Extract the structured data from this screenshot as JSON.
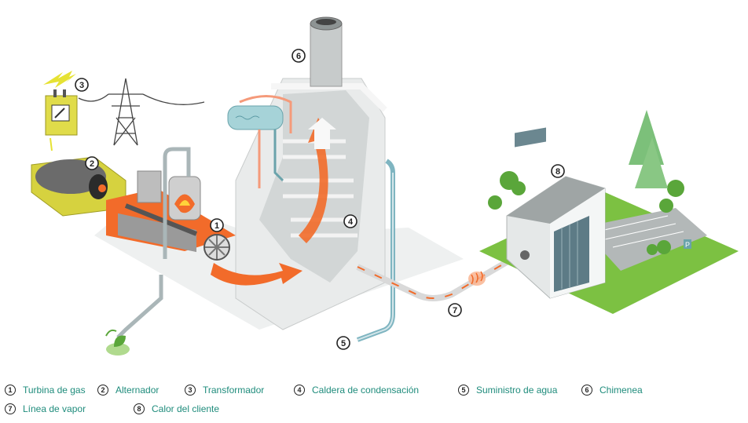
{
  "callouts": [
    {
      "num": "1"
    },
    {
      "num": "2"
    },
    {
      "num": "3"
    },
    {
      "num": "4"
    },
    {
      "num": "5"
    },
    {
      "num": "6"
    },
    {
      "num": "7"
    },
    {
      "num": "8"
    }
  ],
  "legend": [
    {
      "num": "1",
      "label": "Turbina de gas"
    },
    {
      "num": "2",
      "label": "Alternador"
    },
    {
      "num": "3",
      "label": "Transformador"
    },
    {
      "num": "4",
      "label": "Caldera de condensación"
    },
    {
      "num": "5",
      "label": "Suministro de agua"
    },
    {
      "num": "6",
      "label": "Chimenea"
    },
    {
      "num": "7",
      "label": "Línea de vapor"
    },
    {
      "num": "8",
      "label": "Calor del cliente"
    }
  ],
  "colors": {
    "legend_text": "#1f8c7c",
    "flame": "#f26b2a",
    "grass": "#7cc142",
    "machine_yellow": "#e0dc4a",
    "water_pipe": "#7fb5c1"
  }
}
